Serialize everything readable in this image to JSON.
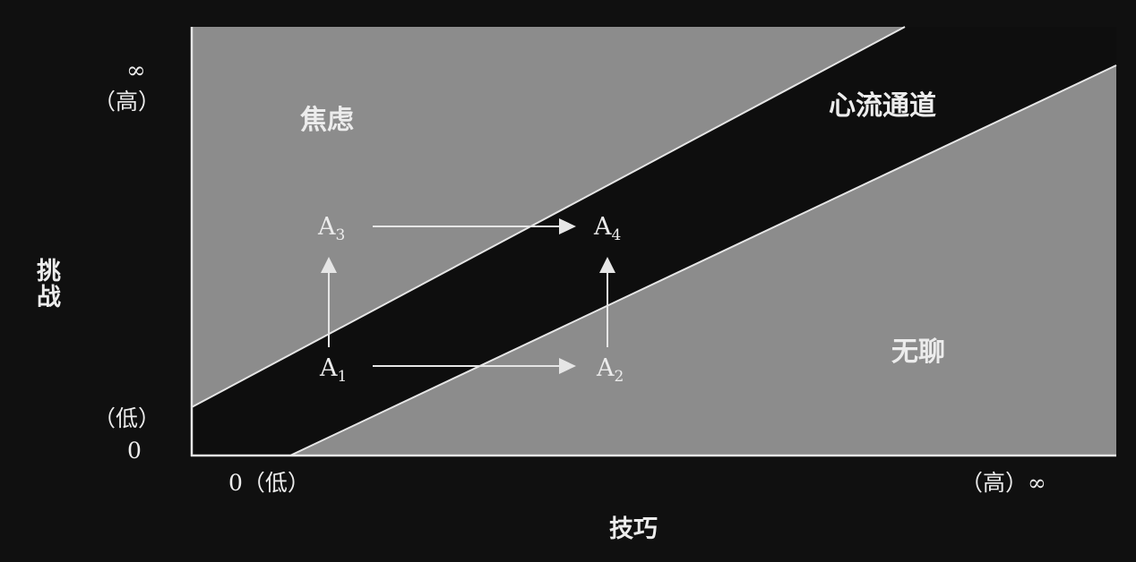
{
  "diagram": {
    "regions": {
      "anxiety": "焦虑",
      "flow_channel": "心流通道",
      "boredom": "无聊"
    },
    "axes": {
      "y_label": "挑战",
      "x_label": "技巧",
      "y_top_infinity": "∞",
      "y_top_high": "（高）",
      "y_bottom_low": "（低）",
      "y_bottom_zero": "0",
      "x_left": "0（低）",
      "x_right": "（高）∞"
    },
    "points": {
      "a1": {
        "letter": "A",
        "sub": "1"
      },
      "a2": {
        "letter": "A",
        "sub": "2"
      },
      "a3": {
        "letter": "A",
        "sub": "3"
      },
      "a4": {
        "letter": "A",
        "sub": "4"
      }
    },
    "colors": {
      "background": "#101010",
      "region_fill": "#8c8c8c",
      "channel_fill": "#0e0e0e",
      "lines": "#e6e6e6"
    }
  }
}
